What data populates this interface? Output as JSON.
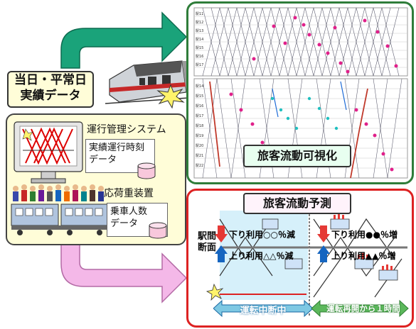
{
  "input": {
    "line1": "当日・平常日",
    "line2": "実績データ"
  },
  "system": {
    "ops_title": "運行管理システム",
    "timetable": {
      "line1": "実績運行時刻",
      "line2": "データ"
    },
    "load_title": "応荷重装置",
    "passenger": {
      "line1": "乗車人数",
      "line2": "データ"
    }
  },
  "visualize": {
    "title": "旅客流動可視化"
  },
  "predict": {
    "title": "旅客流動予測",
    "section_label": {
      "line1": "駅間",
      "line2": "断面"
    },
    "down_left": "下り利用○○％減",
    "up_left": "上り利用△△％減",
    "down_right": "下り利用●●％増",
    "up_right": "上り利用▲▲％増",
    "phase_suspend": "運転中断中",
    "phase_resume": "運転再開から１時間"
  },
  "colors": {
    "green_arrow": "#1aa37a",
    "pink_arrow": "#f4b8e8",
    "green_frame": "#2f7d3a",
    "red_frame": "#dd2222"
  }
}
